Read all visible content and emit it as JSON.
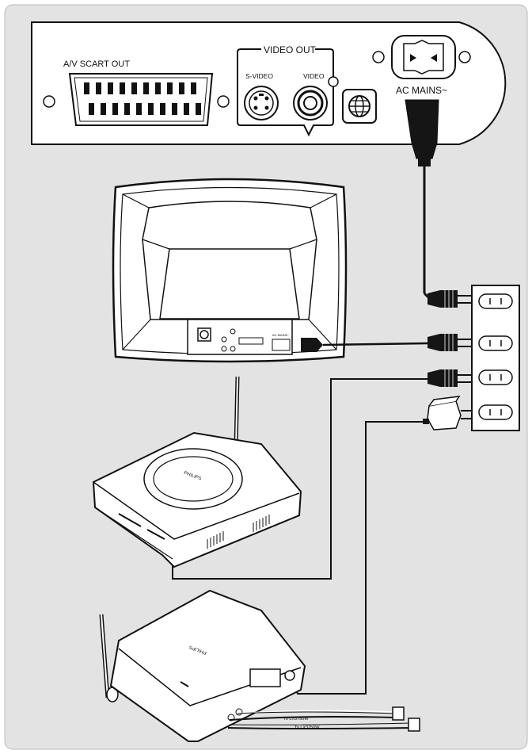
{
  "colors": {
    "background": "#ffffff",
    "panel": "#e3e3e3",
    "device_fill": "#ffffff",
    "outline": "#111111",
    "plug_fill": "#151515"
  },
  "rear_panel": {
    "scart_label": "A/V SCART OUT",
    "video_out_group_label": "VIDEO OUT",
    "svideo_label": "S-VIDEO",
    "video_label": "VIDEO",
    "ac_mains_label": "AC MAINS~"
  },
  "tv_panel": {
    "small_label_1": "AC MAINS~"
  },
  "devices": {
    "transmitter_brand": "PHILIPS",
    "receiver_brand": "PHILIPS"
  },
  "cables": {
    "label_1": "To LX3750W",
    "label_2": "To LX3750W"
  },
  "icons": [
    "scart-connector-icon",
    "svideo-jack-icon",
    "video-jack-icon",
    "globe-icon",
    "ac-inlet-icon",
    "wall-outlet-icon",
    "plug-icon",
    "adapter-icon",
    "antenna-icon"
  ]
}
